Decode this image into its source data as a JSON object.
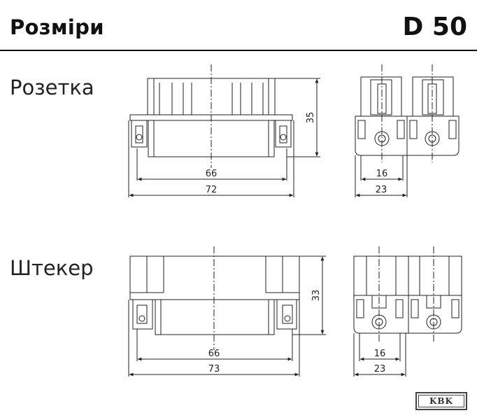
{
  "header": {
    "title": "Розміри",
    "code": "D 50"
  },
  "sections": {
    "socket": {
      "label": "Розетка",
      "dims": {
        "inner_width": "66",
        "outer_width": "72",
        "height": "35",
        "module_width": "16",
        "side_width": "23"
      }
    },
    "plug": {
      "label": "Штекер",
      "dims": {
        "inner_width": "66",
        "outer_width": "73",
        "height": "33",
        "module_width": "16",
        "side_width": "23"
      }
    }
  },
  "logo": {
    "text": "KBK"
  }
}
